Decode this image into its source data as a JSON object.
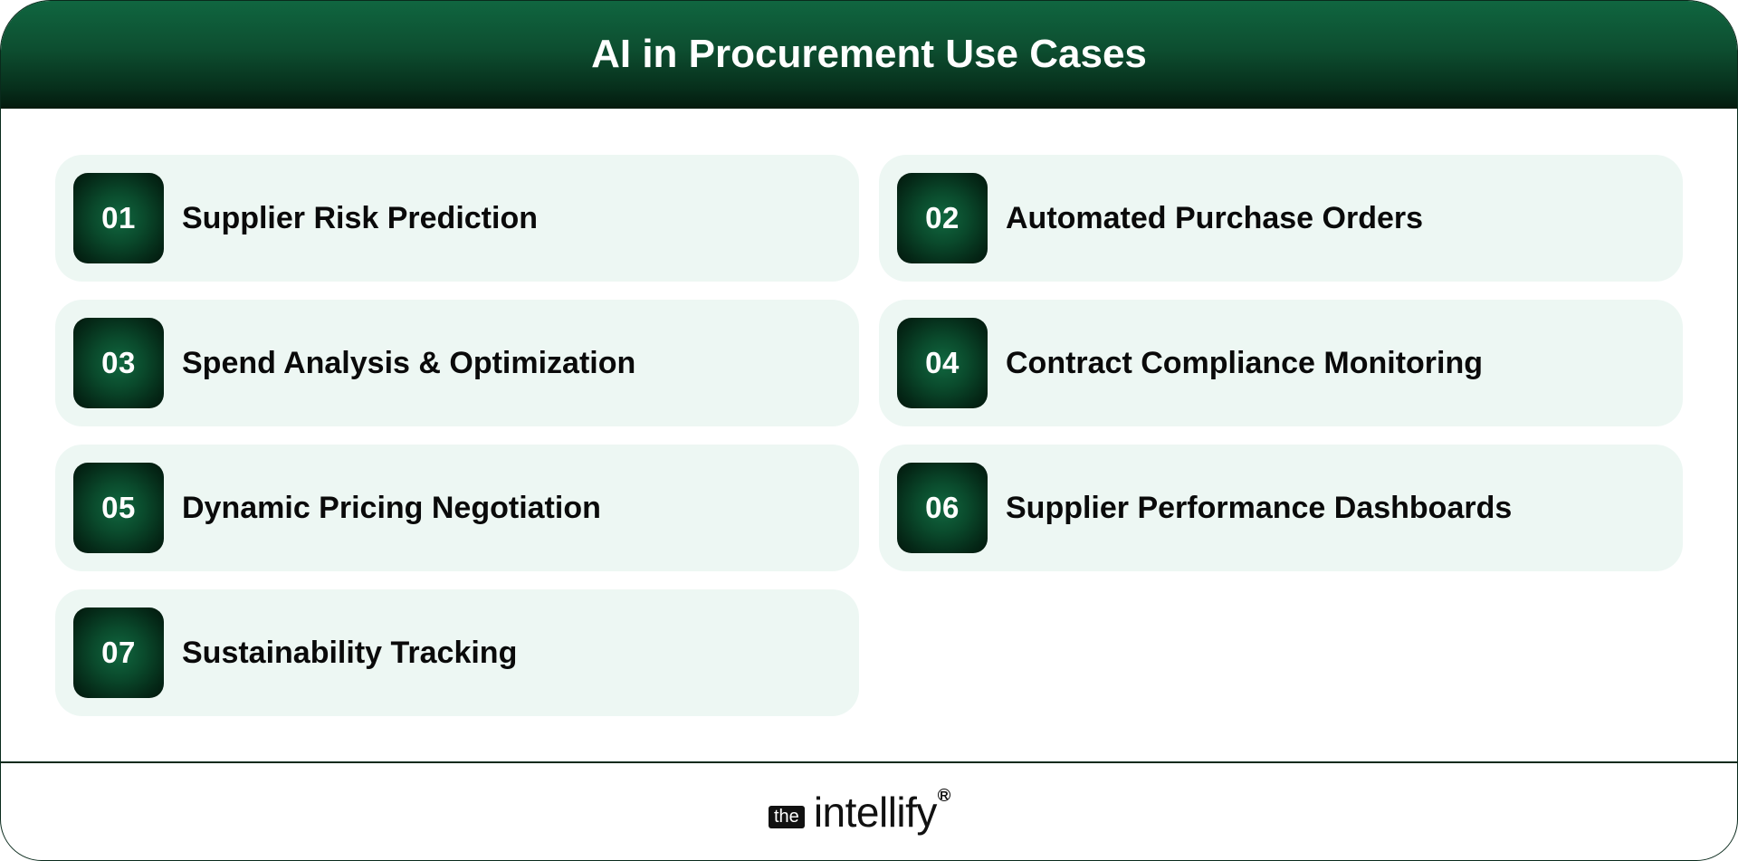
{
  "header": {
    "title": "AI in Procurement Use Cases"
  },
  "use_cases": [
    {
      "number": "01",
      "title": "Supplier Risk Prediction"
    },
    {
      "number": "02",
      "title": "Automated Purchase Orders"
    },
    {
      "number": "03",
      "title": "Spend Analysis & Optimization"
    },
    {
      "number": "04",
      "title": "Contract Compliance Monitoring"
    },
    {
      "number": "05",
      "title": "Dynamic Pricing Negotiation"
    },
    {
      "number": "06",
      "title": "Supplier Performance Dashboards"
    },
    {
      "number": "07",
      "title": "Sustainability Tracking"
    }
  ],
  "footer": {
    "logo_prefix": "the",
    "logo_word": "intellify",
    "logo_mark": "R"
  },
  "colors": {
    "header_gradient_top": "#106640",
    "header_gradient_bottom": "#031a0e",
    "card_background": "#edf7f3",
    "badge_center": "#116840",
    "badge_edge": "#02160c",
    "border": "#0a2a1c",
    "text": "#0a0a0a"
  }
}
